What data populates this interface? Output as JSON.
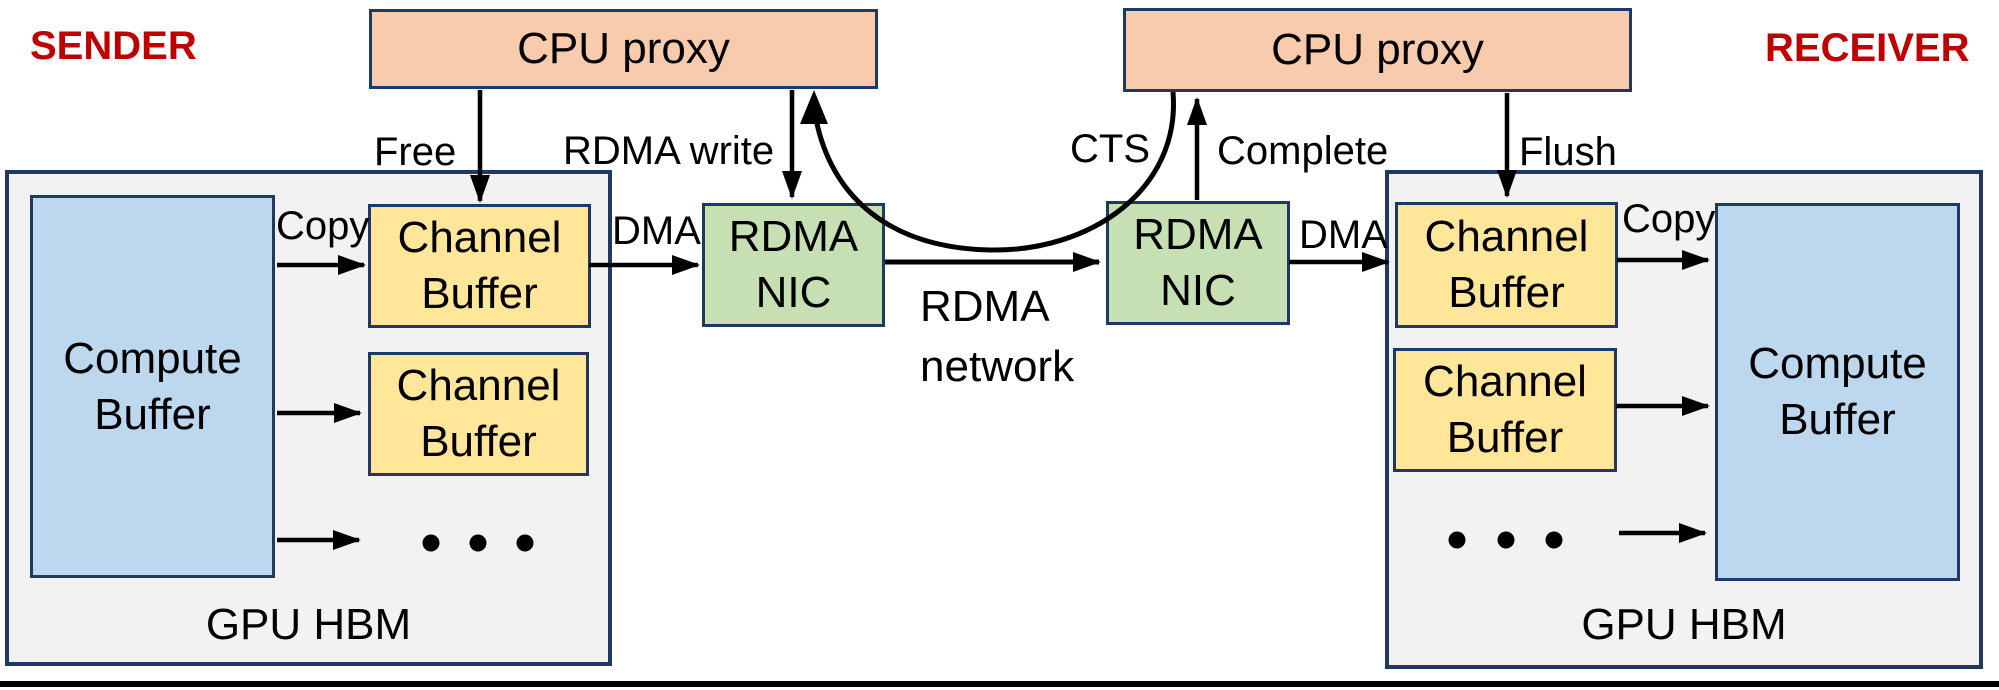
{
  "diagram": {
    "sender_title": "SENDER",
    "receiver_title": "RECEIVER",
    "boxes": {
      "cpu_proxy": "CPU proxy",
      "channel_buffer": {
        "line1": "Channel",
        "line2": "Buffer"
      },
      "compute_buffer": {
        "line1": "Compute",
        "line2": "Buffer"
      },
      "rdma_nic": {
        "line1": "RDMA",
        "line2": "NIC"
      },
      "gpu_hbm": "GPU HBM"
    },
    "labels": {
      "free": "Free",
      "copy_sender": "Copy",
      "rdma_write": "RDMA write",
      "dma_sender": "DMA",
      "rdma_network_line1": "RDMA",
      "rdma_network_line2": "network",
      "cts": "CTS",
      "complete": "Complete",
      "dma_receiver": "DMA",
      "flush": "Flush",
      "copy_receiver": "Copy"
    },
    "colors": {
      "title_red": "#C00000",
      "border_navy": "#1F3864",
      "cpu_proxy_fill": "#F8CBAD",
      "channel_buffer_fill": "#FFE699",
      "rdma_nic_fill": "#C6E0B4",
      "compute_buffer_fill": "#BDD7EE",
      "gpu_hbm_fill": "#F2F2F2",
      "arrow_black": "#000000",
      "background": "#FFFFFF"
    }
  }
}
